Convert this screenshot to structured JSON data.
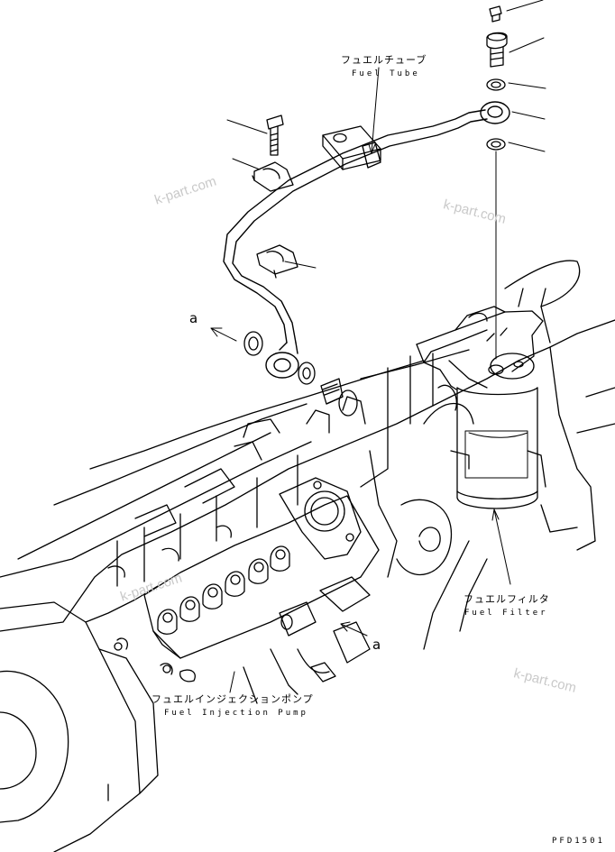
{
  "diagram": {
    "labels": {
      "fuel_tube_jp": "フュエルチューブ",
      "fuel_tube_en": "Fuel Tube",
      "fuel_filter_jp": "フュエルフィルタ",
      "fuel_filter_en": "Fuel Filter",
      "injection_pump_jp": "フュエルインジェクションポンプ",
      "injection_pump_en": "Fuel Injection Pump",
      "callout_a": "a"
    },
    "watermark": "k-part.com",
    "drawing_code": "PFD1501"
  }
}
